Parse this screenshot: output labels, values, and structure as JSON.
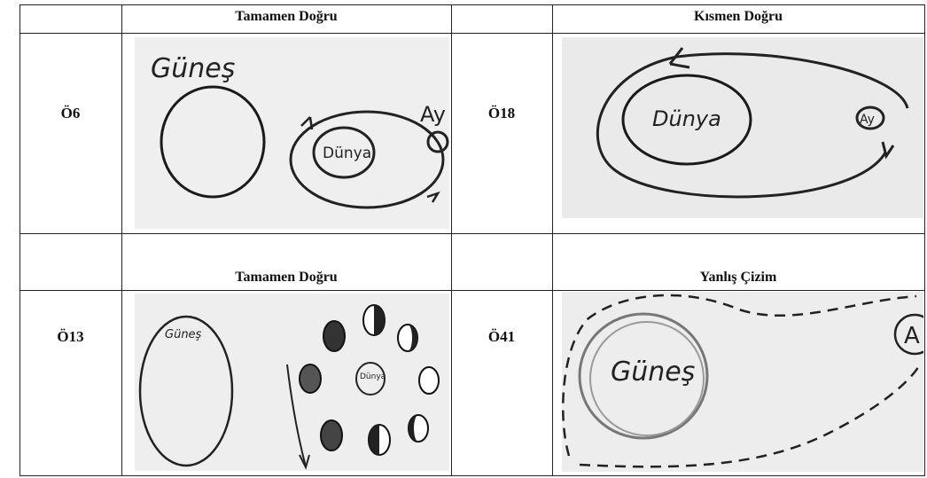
{
  "rows": [
    {
      "left_header": "Tamamen Doğru",
      "right_header": "Kısmen Doğru",
      "left_student": "Ö6",
      "right_student": "Ö18",
      "left_drawing": {
        "labels": [
          "Güneş",
          "Dünya",
          "Ay"
        ]
      },
      "right_drawing": {
        "labels": [
          "Dünya",
          "Ay"
        ]
      }
    },
    {
      "left_header": "Tamamen Doğru",
      "right_header": "Yanlış Çizim",
      "left_student": "Ö13",
      "right_student": "Ö41",
      "left_drawing": {
        "labels": [
          "Güneş",
          "Dünya"
        ]
      },
      "right_drawing": {
        "labels": [
          "Güneş",
          "A"
        ]
      }
    }
  ]
}
